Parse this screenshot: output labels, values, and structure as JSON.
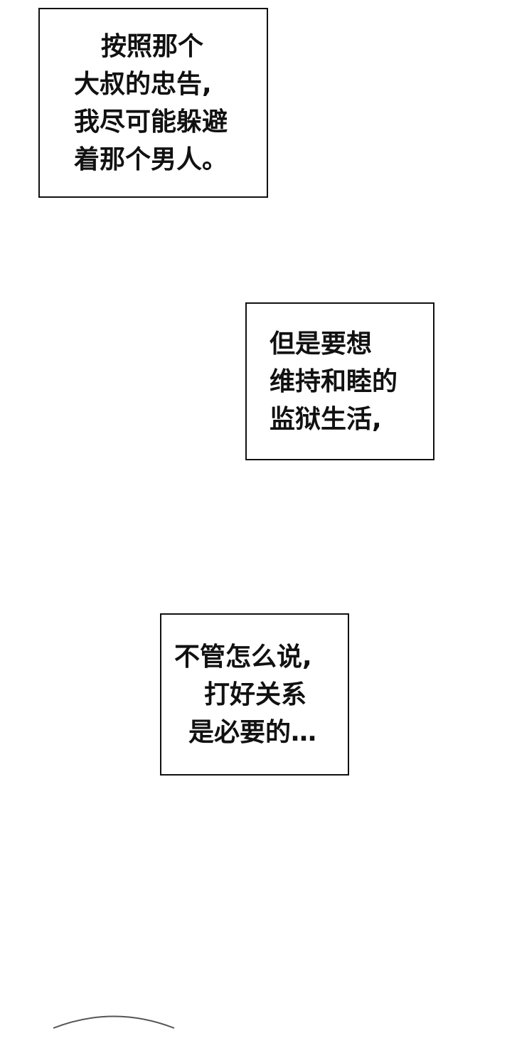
{
  "captions": [
    {
      "lines": [
        "按照那个",
        "大叔的忠告,",
        "我尽可能躲避",
        "着那个男人。"
      ]
    },
    {
      "lines": [
        "但是要想",
        "维持和睦的",
        "监狱生活,"
      ]
    },
    {
      "lines": [
        "不管怎么说,",
        "打好关系",
        "是必要的…"
      ]
    }
  ],
  "colors": {
    "background": "#ffffff",
    "ink": "#111111"
  }
}
